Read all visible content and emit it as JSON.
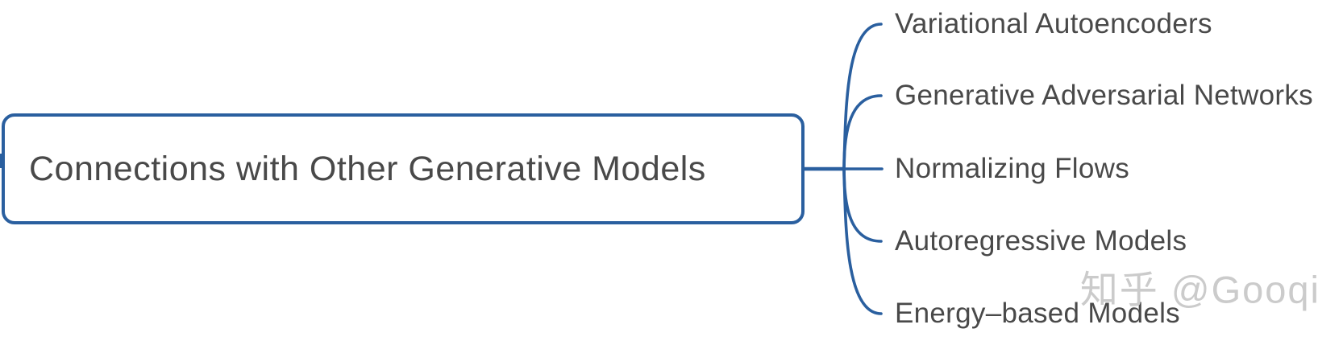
{
  "colors": {
    "line_blue": "#2a5f9f",
    "text_dark": "#494949",
    "watermark_gray": "#cbcbcb",
    "background": "#ffffff"
  },
  "mindmap": {
    "root": {
      "label": "Connections with Other Generative Models"
    },
    "branches": [
      {
        "label": "Variational Autoencoders"
      },
      {
        "label": "Generative Adversarial Networks"
      },
      {
        "label": "Normalizing Flows"
      },
      {
        "label": "Autoregressive Models"
      },
      {
        "label": "Energy–based Models"
      }
    ]
  },
  "watermark": {
    "text": "知乎 @Gooqi"
  }
}
